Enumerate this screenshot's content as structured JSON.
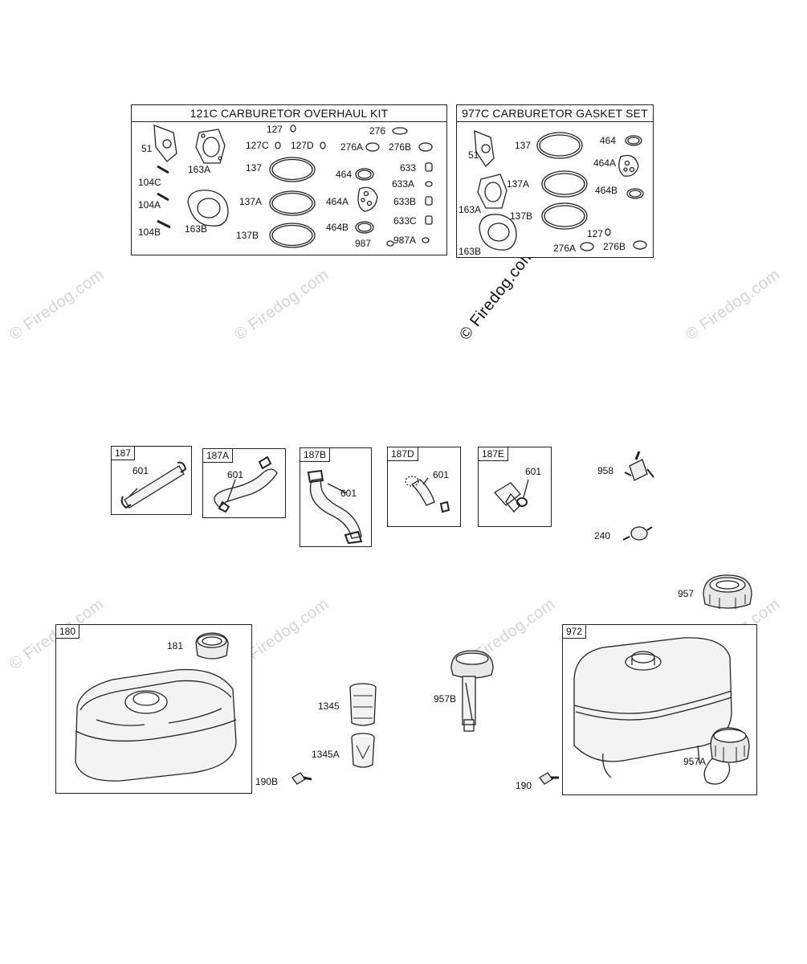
{
  "watermark": "© Firedog.com",
  "kit_121c": {
    "title": "121C CARBURETOR OVERHAUL KIT",
    "labels": {
      "p51": "51",
      "p127": "127",
      "p276": "276",
      "p127c": "127C",
      "p127d": "127D",
      "p276a": "276A",
      "p276b": "276B",
      "p163a": "163A",
      "p137": "137",
      "p104c": "104C",
      "p464": "464",
      "p633": "633",
      "p633a": "633A",
      "p104a": "104A",
      "p137a": "137A",
      "p464a": "464A",
      "p633b": "633B",
      "p163b": "163B",
      "p633c": "633C",
      "p104b": "104B",
      "p137b": "137B",
      "p464b": "464B",
      "p987": "987",
      "p987a": "987A"
    }
  },
  "kit_977c": {
    "title": "977C CARBURETOR GASKET SET",
    "labels": {
      "p137": "137",
      "p464": "464",
      "p51": "51",
      "p464a": "464A",
      "p137a": "137A",
      "p464b": "464B",
      "p163a": "163A",
      "p137b": "137B",
      "p127": "127",
      "p163b": "163B",
      "p276a": "276A",
      "p276b": "276B"
    }
  },
  "lines": {
    "b187": {
      "tag": "187",
      "p601": "601"
    },
    "b187a": {
      "tag": "187A",
      "p601": "601"
    },
    "b187b": {
      "tag": "187B",
      "p601": "601"
    },
    "b187d": {
      "tag": "187D",
      "p601": "601"
    },
    "b187e": {
      "tag": "187E",
      "p601": "601"
    }
  },
  "loose": {
    "p958": "958",
    "p240": "240",
    "p957": "957",
    "p1345": "1345",
    "p1345a": "1345A",
    "p957b": "957B",
    "p190b": "190B",
    "p190": "190"
  },
  "tank_180": {
    "tag": "180",
    "p181": "181"
  },
  "tank_972": {
    "tag": "972",
    "p957a": "957A"
  }
}
